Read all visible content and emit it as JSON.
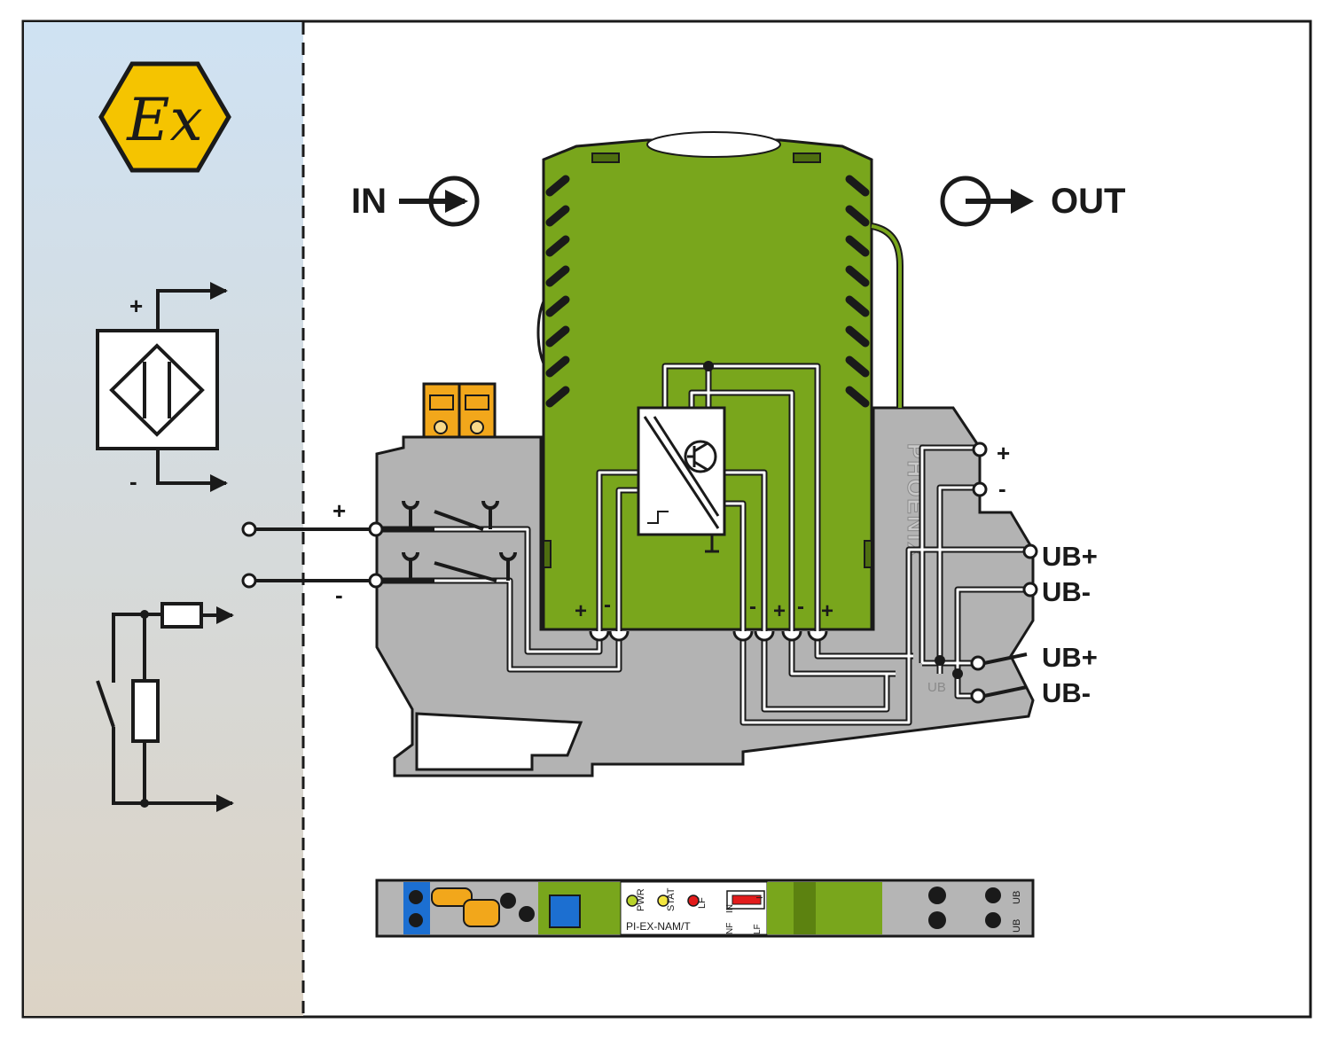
{
  "hazard_symbol": {
    "text": "Ex",
    "color": "#f5c400"
  },
  "flow": {
    "in_label": "IN",
    "out_label": "OUT"
  },
  "field_terminals": {
    "plus": "+",
    "minus": "-"
  },
  "sensor_terminals": {
    "plus": "+",
    "minus": "-"
  },
  "module_terminals": {
    "input_pair": [
      "+",
      "-"
    ],
    "output_pair": [
      "-",
      "+",
      "-",
      "+"
    ]
  },
  "output_labels": {
    "plus": "+",
    "minus": "-"
  },
  "supply_labels": {
    "ub_plus_1": "UB+",
    "ub_minus_1": "UB-",
    "ub_plus_2": "UB+",
    "ub_minus_2": "UB-"
  },
  "side_embossing": {
    "brand": "PHOENIX",
    "small_label": "UB"
  },
  "front_panel": {
    "model": "PI-EX-NAM/T",
    "led_pwr": "PWR",
    "led_stat": "STAT",
    "led_lf": "LF",
    "switch_in": "IN",
    "switch_nf": "NF",
    "switch_lf": "LF",
    "switch_i": "I",
    "ub_labels": [
      "UB",
      "UB"
    ],
    "colors": {
      "green": "#79a61c",
      "grey": "#b5b5b5",
      "blue": "#1c6fd1",
      "orange": "#f2a71b",
      "led_yellow": "#f3e640",
      "led_red": "#e21b1b",
      "led_green": "#b8d32a"
    }
  },
  "colors": {
    "module_green": "#79a61c",
    "housing_grey": "#b3b3b3",
    "hazard_gradient_top": "#cfe2f3",
    "hazard_gradient_bottom": "#dcd3c5",
    "terminal_orange": "#f2a71b"
  }
}
